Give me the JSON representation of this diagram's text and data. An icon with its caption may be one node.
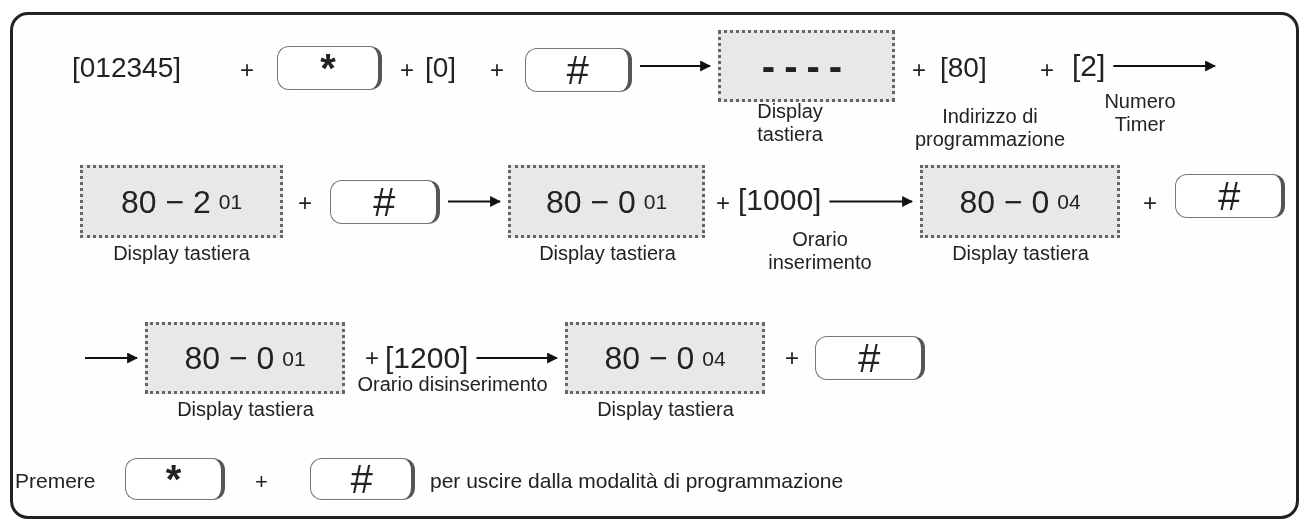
{
  "diagram": {
    "nodes": [
      {
        "text": [
          "*"
        ]
      },
      {
        "text": [
          "#"
        ]
      },
      {
        "text": [
          "----"
        ],
        "beside": [
          "Display tastiera"
        ]
      },
      {
        "text": [
          "[2]"
        ],
        "beside": [
          "Numero Timer"
        ]
      },
      {
        "text": [
          "80 − 2",
          "01"
        ],
        "beside": [
          "Display tastiera"
        ]
      },
      {
        "text": [
          "#"
        ]
      },
      {
        "text": [
          "80 − 0",
          "01"
        ],
        "beside": [
          "Display tastiera"
        ]
      },
      {
        "text": [
          "[1000]"
        ],
        "beside": [
          "Orario inserimento"
        ]
      },
      {
        "text": [
          "80 − 0",
          "04"
        ],
        "beside": [
          "Display tastiera"
        ]
      },
      {
        "text": [
          "#"
        ]
      },
      {
        "text": [
          "80 − 0",
          "01"
        ],
        "beside": [
          "Display tastiera"
        ]
      },
      {
        "text": [
          "[1200]"
        ],
        "beside": [
          "Orario disinserimento"
        ]
      },
      {
        "text": [
          "80 − 0",
          "04"
        ],
        "beside": [
          "Display tastiera"
        ]
      },
      {
        "text": [
          "#"
        ]
      },
      {
        "text": [
          "*"
        ]
      },
      {
        "text": [
          "#"
        ]
      }
    ],
    "edges": [
      {
        "from": 1,
        "to": 2,
        "arrow": "to"
      },
      {
        "from": 3,
        "to": null,
        "arrow": "to"
      },
      {
        "from": 5,
        "to": 6,
        "arrow": "to"
      },
      {
        "from": 7,
        "to": 8,
        "arrow": "to"
      },
      {
        "from": null,
        "to": 10,
        "arrow": "to"
      },
      {
        "from": 11,
        "to": 12,
        "arrow": "to"
      }
    ],
    "labels": [
      "[012345]",
      "+",
      "+",
      "[0]",
      "+",
      "+",
      "[80]",
      "+",
      "Indirizzo di programmazione",
      "+",
      "+",
      "+",
      "+",
      "+",
      "Premere",
      "+",
      "per uscire dalla modalità di programmazione"
    ]
  }
}
